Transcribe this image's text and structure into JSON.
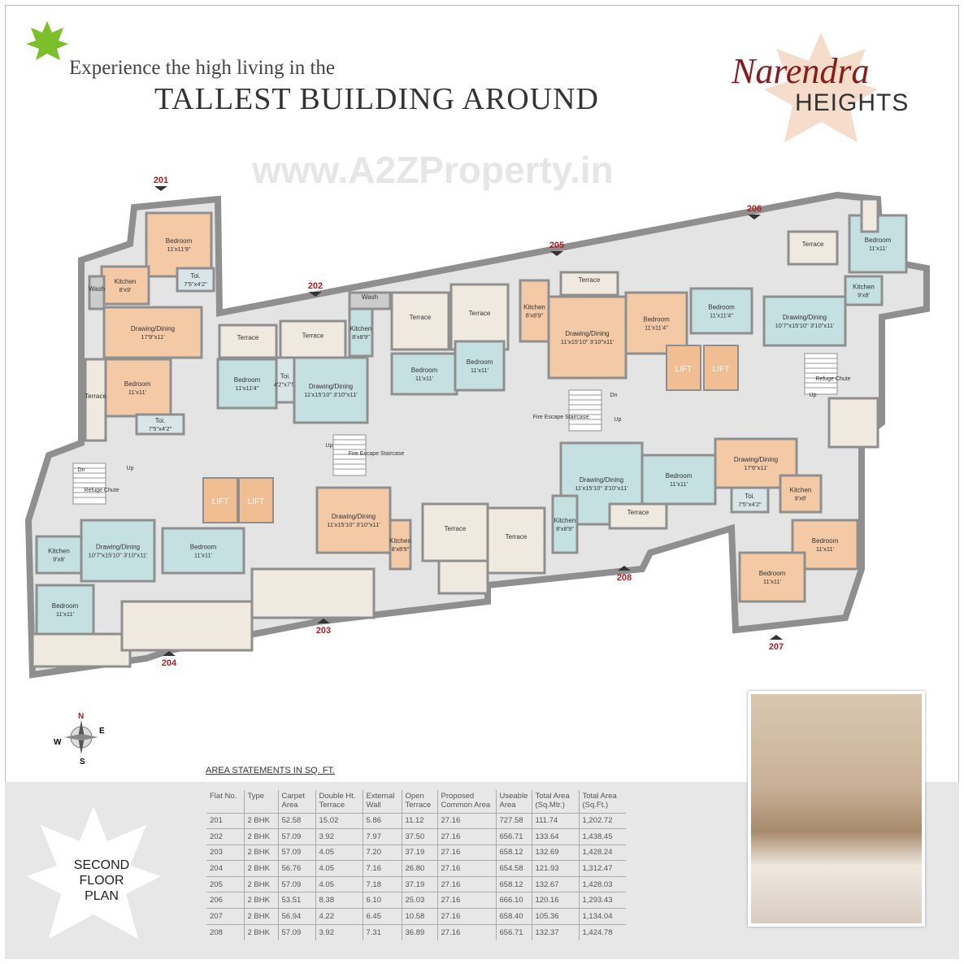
{
  "header": {
    "tagline_line1": "Experience the high living in the",
    "tagline_line2": "TALLEST BUILDING AROUND",
    "brand_name": "Narendra",
    "brand_sub": "HEIGHTS",
    "watermark": "www.A2ZProperty.in"
  },
  "plan": {
    "flat_markers": [
      "201",
      "202",
      "203",
      "204",
      "205",
      "206",
      "207",
      "208"
    ],
    "lift_label": "LIFT",
    "rooms": [
      {
        "label": "Bedroom",
        "dim": "11'x11'9\""
      },
      {
        "label": "Kitchen",
        "dim": "8'x9'"
      },
      {
        "label": "Wash",
        "dim": ""
      },
      {
        "label": "Toi.",
        "dim": "7'5\"x4'2\""
      },
      {
        "label": "Drawing/Dining",
        "dim": "17'9\"x11'"
      },
      {
        "label": "Bedroom",
        "dim": "11'x11'"
      },
      {
        "label": "Terrace",
        "dim": ""
      },
      {
        "label": "Toi.",
        "dim": "7'5\"x4'2\""
      },
      {
        "label": "Terrace",
        "dim": ""
      },
      {
        "label": "Terrace",
        "dim": ""
      },
      {
        "label": "Bedroom",
        "dim": "11'x11'4\""
      },
      {
        "label": "Toi.",
        "dim": "4'2\"x7'5\""
      },
      {
        "label": "Drawing/Dining",
        "dim": "11'x15'10\" 3'10\"x11'"
      },
      {
        "label": "Kitchen",
        "dim": "8'x8'9\""
      },
      {
        "label": "Wash",
        "dim": ""
      },
      {
        "label": "Bedroom",
        "dim": "11'x11'"
      },
      {
        "label": "Terrace",
        "dim": ""
      },
      {
        "label": "Terrace",
        "dim": ""
      },
      {
        "label": "Bedroom",
        "dim": "11'x11'"
      },
      {
        "label": "Kitchen",
        "dim": "8'x8'9\""
      },
      {
        "label": "Drawing/Dining",
        "dim": "11'x15'10\" 3'10\"x11'"
      },
      {
        "label": "Bedroom",
        "dim": "11'x11'4\""
      },
      {
        "label": "Terrace",
        "dim": ""
      },
      {
        "label": "Bedroom",
        "dim": "11'x11'4\""
      },
      {
        "label": "Drawing/Dining",
        "dim": "10'7\"x15'10\" 3'10\"x11'"
      },
      {
        "label": "Kitchen",
        "dim": "9'x8'"
      },
      {
        "label": "Bedroom",
        "dim": "11'x11'"
      },
      {
        "label": "Terrace",
        "dim": ""
      },
      {
        "label": "Drawing/Dining",
        "dim": "10'7\"x15'10\" 3'10\"x11'"
      },
      {
        "label": "Kitchen",
        "dim": "9'x8'"
      },
      {
        "label": "Bedroom",
        "dim": "11'x11'"
      },
      {
        "label": "Bedroom",
        "dim": "11'x11'"
      },
      {
        "label": "Drawing/Dining",
        "dim": "11'x15'10\" 3'10\"x11'"
      },
      {
        "label": "Kitchen",
        "dim": "8'x8'9\""
      },
      {
        "label": "Terrace",
        "dim": ""
      },
      {
        "label": "Terrace",
        "dim": ""
      },
      {
        "label": "Drawing/Dining",
        "dim": "11'x15'10\" 3'10\"x11'"
      },
      {
        "label": "Bedroom",
        "dim": "11'x11'"
      },
      {
        "label": "Kitchen",
        "dim": "8'x8'9\""
      },
      {
        "label": "Terrace",
        "dim": ""
      },
      {
        "label": "Drawing/Dining",
        "dim": "17'6\"x11'"
      },
      {
        "label": "Kitchen",
        "dim": "9'x8'"
      },
      {
        "label": "Toi.",
        "dim": "7'5\"x4'2\""
      },
      {
        "label": "Bedroom",
        "dim": "11'x11'"
      },
      {
        "label": "Bedroom",
        "dim": "11'x11'"
      }
    ],
    "core_labels": {
      "refuge": "Refuge Chute",
      "fire": "Fire Escape Staircase",
      "up": "Up",
      "dn": "Dn"
    },
    "compass": {
      "n": "N",
      "s": "S",
      "e": "E",
      "w": "W"
    },
    "colors": {
      "flat_a": "#f4c9a6",
      "flat_b": "#c4e0e0",
      "terrace": "#efe9df",
      "wall": "#8f8f8f",
      "core": "#e4e4e4",
      "lift": "#f1bd93",
      "marker": "#b02020"
    }
  },
  "area_table": {
    "title": "AREA STATEMENTS IN SQ. FT.",
    "headers": [
      "Flat No.",
      "Type",
      "Carpet Area",
      "Double Ht. Terrace",
      "External Wall",
      "Open Terrace",
      "Proposed Common Area",
      "Useable Area",
      "Total Area (Sq.Mtr.)",
      "Total Area (Sq.Ft.)"
    ],
    "rows": [
      [
        "201",
        "2 BHK",
        "52.58",
        "15.02",
        "5.86",
        "11.12",
        "27.16",
        "727.58",
        "111.74",
        "1,202.72"
      ],
      [
        "202",
        "2 BHK",
        "57.09",
        "3.92",
        "7.97",
        "37.50",
        "27.16",
        "656.71",
        "133.64",
        "1,438.45"
      ],
      [
        "203",
        "2 BHK",
        "57.09",
        "4.05",
        "7.20",
        "37.19",
        "27.16",
        "658.12",
        "132.69",
        "1,428.24"
      ],
      [
        "204",
        "2 BHK",
        "56.76",
        "4.05",
        "7.16",
        "26.80",
        "27.16",
        "654.58",
        "121.93",
        "1,312.47"
      ],
      [
        "205",
        "2 BHK",
        "57.09",
        "4.05",
        "7.18",
        "37.19",
        "27.16",
        "658.12",
        "132.67",
        "1,428.03"
      ],
      [
        "206",
        "2 BHK",
        "53.51",
        "8.38",
        "6.10",
        "25.03",
        "27.16",
        "666.10",
        "120.16",
        "1,293.43"
      ],
      [
        "207",
        "2 BHK",
        "56.94",
        "4.22",
        "6.45",
        "10.58",
        "27.16",
        "658.40",
        "105.36",
        "1,134.04"
      ],
      [
        "208",
        "2 BHK",
        "57.09",
        "3.92",
        "7.31",
        "36.89",
        "27.16",
        "656.71",
        "132.37",
        "1,424.78"
      ]
    ]
  },
  "plan_name": [
    "SECOND",
    "FLOOR",
    "PLAN"
  ]
}
